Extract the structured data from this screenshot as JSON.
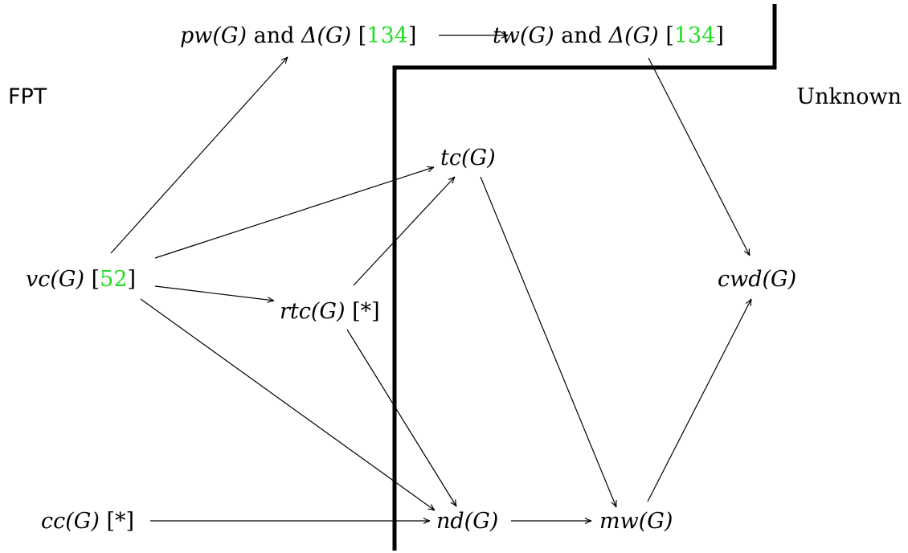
{
  "regions": {
    "fpt": "FPT",
    "unknown": "Unknown"
  },
  "nodes": {
    "pw": {
      "math": "pw(G)",
      "connector": "and",
      "math2": "Δ(G)",
      "ref": "134"
    },
    "tw": {
      "math": "tw(G)",
      "connector": "and",
      "math2": "Δ(G)",
      "ref": "134"
    },
    "tc": {
      "math": "tc(G)"
    },
    "vc": {
      "math": "vc(G)",
      "ref": "52"
    },
    "rtc": {
      "math": "rtc(G)",
      "note": "*"
    },
    "cwd": {
      "math": "cwd(G)"
    },
    "cc": {
      "math": "cc(G)",
      "note": "*"
    },
    "nd": {
      "math": "nd(G)"
    },
    "mw": {
      "math": "mw(G)"
    }
  },
  "edges": [
    [
      "vc",
      "pw"
    ],
    [
      "pw",
      "tw"
    ],
    [
      "tw",
      "cwd"
    ],
    [
      "vc",
      "tc"
    ],
    [
      "vc",
      "rtc"
    ],
    [
      "vc",
      "nd"
    ],
    [
      "rtc",
      "tc"
    ],
    [
      "rtc",
      "nd"
    ],
    [
      "tc",
      "mw"
    ],
    [
      "cc",
      "nd"
    ],
    [
      "nd",
      "mw"
    ],
    [
      "mw",
      "cwd"
    ]
  ],
  "colors": {
    "reference": "#22dd22",
    "line": "#000000"
  }
}
